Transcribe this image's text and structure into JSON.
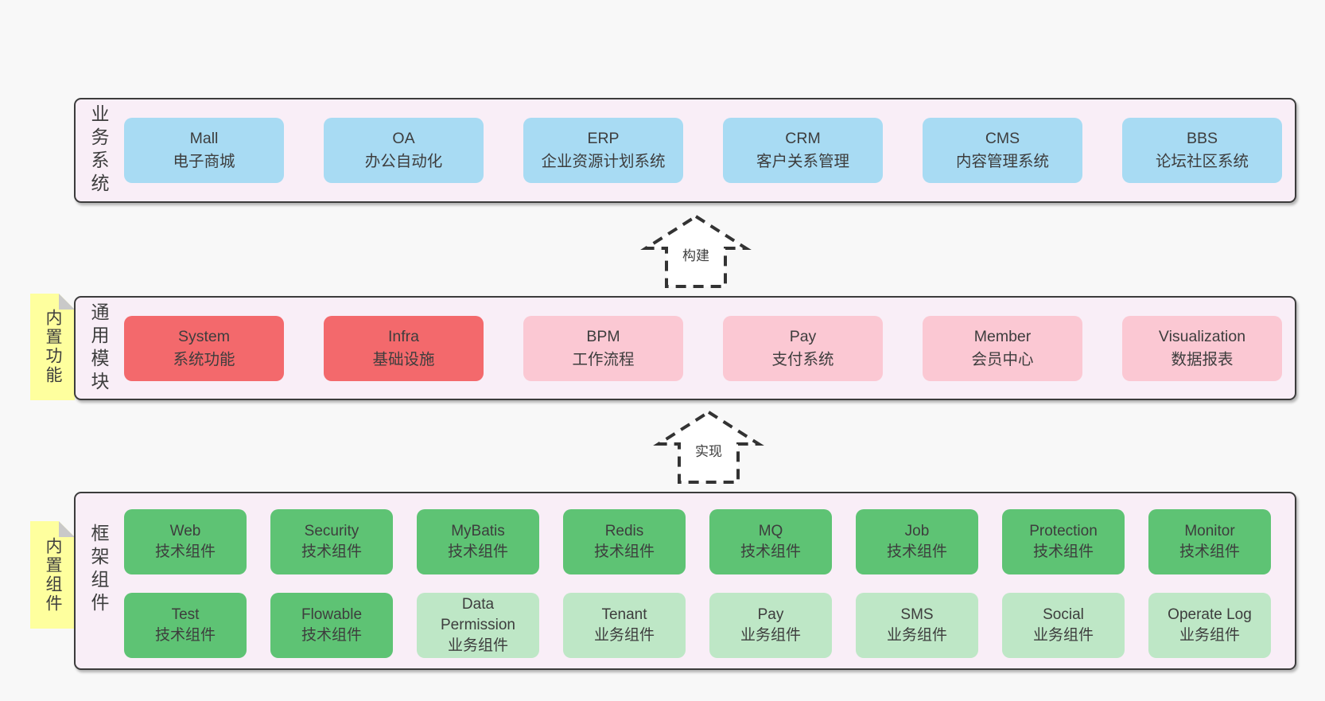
{
  "colors": {
    "page_bg": "#f8f8f8",
    "panel_bg": "#f9eef7",
    "panel_border": "#3c3c3c",
    "text": "#3d3d3d",
    "box_blue": "#a8dbf3",
    "box_red": "#f3696c",
    "box_pink": "#fbc8d3",
    "box_green": "#5ec374",
    "box_green_light": "#bee7c6",
    "sticky_yellow": "#feff9e",
    "sticky_fold": "#c9c9c9",
    "arrow_stroke": "#333333"
  },
  "arrows": [
    {
      "label": "构建"
    },
    {
      "label": "实现"
    }
  ],
  "stickies": [
    {
      "label": "内置功能"
    },
    {
      "label": "内置组件"
    }
  ],
  "layers": [
    {
      "side_label": "业务系统",
      "boxes": [
        {
          "name": "Mall",
          "desc": "电子商城"
        },
        {
          "name": "OA",
          "desc": "办公自动化"
        },
        {
          "name": "ERP",
          "desc": "企业资源计划系统"
        },
        {
          "name": "CRM",
          "desc": "客户关系管理"
        },
        {
          "name": "CMS",
          "desc": "内容管理系统"
        },
        {
          "name": "BBS",
          "desc": "论坛社区系统"
        }
      ]
    },
    {
      "side_label": "通用模块",
      "boxes": [
        {
          "name": "System",
          "desc": "系统功能",
          "variant": "red"
        },
        {
          "name": "Infra",
          "desc": "基础设施",
          "variant": "red"
        },
        {
          "name": "BPM",
          "desc": "工作流程",
          "variant": "pink"
        },
        {
          "name": "Pay",
          "desc": "支付系统",
          "variant": "pink"
        },
        {
          "name": "Member",
          "desc": "会员中心",
          "variant": "pink"
        },
        {
          "name": "Visualization",
          "desc": "数据报表",
          "variant": "pink"
        }
      ]
    },
    {
      "side_label": "框架组件",
      "rows": [
        [
          {
            "name": "Web",
            "desc": "技术组件",
            "variant": "green"
          },
          {
            "name": "Security",
            "desc": "技术组件",
            "variant": "green"
          },
          {
            "name": "MyBatis",
            "desc": "技术组件",
            "variant": "green"
          },
          {
            "name": "Redis",
            "desc": "技术组件",
            "variant": "green"
          },
          {
            "name": "MQ",
            "desc": "技术组件",
            "variant": "green"
          },
          {
            "name": "Job",
            "desc": "技术组件",
            "variant": "green"
          },
          {
            "name": "Protection",
            "desc": "技术组件",
            "variant": "green"
          },
          {
            "name": "Monitor",
            "desc": "技术组件",
            "variant": "green"
          }
        ],
        [
          {
            "name": "Test",
            "desc": "技术组件",
            "variant": "green"
          },
          {
            "name": "Flowable",
            "desc": "技术组件",
            "variant": "green"
          },
          {
            "name": "Data Permission",
            "desc": "业务组件",
            "variant": "lightgreen"
          },
          {
            "name": "Tenant",
            "desc": "业务组件",
            "variant": "lightgreen"
          },
          {
            "name": "Pay",
            "desc": "业务组件",
            "variant": "lightgreen"
          },
          {
            "name": "SMS",
            "desc": "业务组件",
            "variant": "lightgreen"
          },
          {
            "name": "Social",
            "desc": "业务组件",
            "variant": "lightgreen"
          },
          {
            "name": "Operate Log",
            "desc": "业务组件",
            "variant": "lightgreen"
          }
        ]
      ]
    }
  ]
}
